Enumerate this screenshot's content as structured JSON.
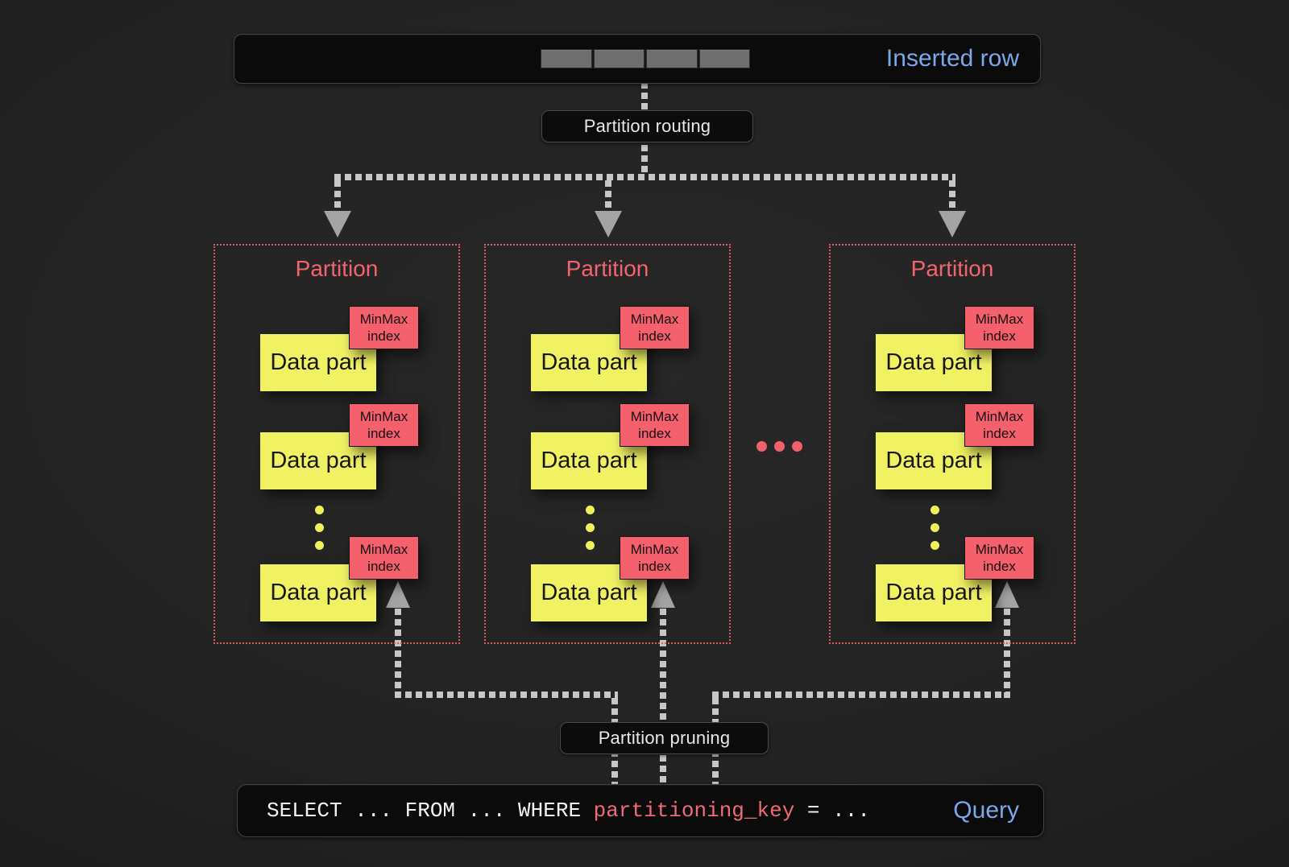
{
  "colors": {
    "background": "#232323",
    "panel_bg": "#0b0b0b",
    "accent_blue": "#7ba7eb",
    "partition_red": "#d85f5f",
    "partition_title_red": "#f2646e",
    "data_part_yellow": "#f0f163",
    "minmax_red": "#f4606c",
    "sql_key_red": "#ef6a75",
    "connector_gray": "#c7c7c7",
    "row_cell_gray": "#6f6f6f"
  },
  "inserted_row": {
    "label": "Inserted row",
    "cell_count": 4
  },
  "labels": {
    "routing": "Partition routing",
    "pruning": "Partition pruning"
  },
  "ellipsis": {
    "between_partitions": "...",
    "within_partition": "..."
  },
  "partitions": [
    {
      "title": "Partition",
      "parts": [
        {
          "label": "Data part",
          "index": "MinMax index"
        },
        {
          "label": "Data part",
          "index": "MinMax index"
        },
        {
          "label": "Data part",
          "index": "MinMax index"
        }
      ]
    },
    {
      "title": "Partition",
      "parts": [
        {
          "label": "Data part",
          "index": "MinMax index"
        },
        {
          "label": "Data part",
          "index": "MinMax index"
        },
        {
          "label": "Data part",
          "index": "MinMax index"
        }
      ]
    },
    {
      "title": "Partition",
      "parts": [
        {
          "label": "Data part",
          "index": "MinMax index"
        },
        {
          "label": "Data part",
          "index": "MinMax index"
        },
        {
          "label": "Data part",
          "index": "MinMax index"
        }
      ]
    }
  ],
  "query": {
    "sql_before": "SELECT ... FROM ... WHERE ",
    "sql_key": "partitioning_key",
    "sql_after": " = ...",
    "label": "Query"
  }
}
